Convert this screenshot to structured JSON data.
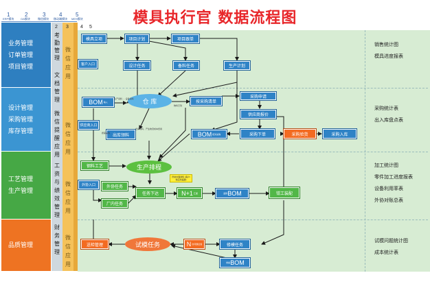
{
  "title": "模具执行官    数据流程图",
  "header": {
    "numbers": [
      "1",
      "2",
      "3",
      "4",
      "5"
    ],
    "labels": [
      "ERP模块",
      "OA模块",
      "微信模块",
      "移动端模块",
      "MES模块"
    ]
  },
  "categories": [
    {
      "lines": [
        "业务管理",
        "订单管理",
        "项目管理"
      ],
      "color": "#2e7fc0"
    },
    {
      "lines": [
        "设计管理",
        "采购管理",
        "库存管理"
      ],
      "color": "#3b95d2"
    },
    {
      "lines": [
        "工艺管理",
        "生产管理"
      ],
      "color": "#46a845"
    },
    {
      "lines": [
        "品质管理"
      ],
      "color": "#ee7322"
    }
  ],
  "col2_items": [
    "考勤管理",
    "文档管理",
    "微信提醒应用",
    "工资与绩效管理",
    "财务管理"
  ],
  "col3_items": [
    "微信应用"
  ],
  "col_numbers": [
    "2",
    "3",
    "4",
    "5"
  ],
  "right_lists": [
    [
      "销售统计图",
      "模具进度报表"
    ],
    [
      "采购统计表",
      "出入库盘点表"
    ],
    [
      "加工统计图",
      "零件加工进度报表",
      "设备利用率表",
      "外协对账总表"
    ],
    [
      "试模问题统计图",
      "成本统计表"
    ]
  ],
  "nodes": {
    "mold_register": "模具立项",
    "project_plan": "项目计划",
    "project_follow": "项目跟单",
    "customer_entry_1": "客户入口",
    "design_task": "设计任务",
    "material_task": "备料任务",
    "production_plan": "生产计划",
    "bom_input": "BOM",
    "bom_input_small": "输入",
    "warehouse": "仓  库",
    "purchase_list": "按采购清单",
    "purchase_apply": "采购申请",
    "supplier_quote": "供应商报价",
    "supplier_entry": "供应商入口",
    "outbound": "出库领料",
    "bom_check": "BOM",
    "bom_check_small": "核对采购",
    "purchase_order": "采购下单",
    "purchase_inspect": "采购验货",
    "purchase_inbound": "采购入库",
    "material_craft": "钢料工艺",
    "production_schedule": "生产排程",
    "outsource_entry": "外协入口",
    "outsource_task": "外协任务",
    "factory_task": "厂内任务",
    "task_dispatch": "任务下达",
    "n1_report": "N+1",
    "n1_report_small": "汇报",
    "rework_bom": "BOM",
    "rework_bom_small": "返修",
    "fitter_assembly": "钳工装配",
    "send_inspection": "送检管理",
    "trial_task": "试模任务",
    "n_report": "N",
    "n_report_small": "次问题反馈",
    "mold_repair": "修模任务",
    "repair_bom": "BOM",
    "repair_bom_small": "修模"
  },
  "annotations": {
    "note_yellow": "异常处理通知 (客户/供应商提醒)",
    "warehouse_note_1": "生产领料 → 设备领料",
    "warehouse_note_2": "物料已到",
    "outbound_note": "仓库领料，产生物流成本费用",
    "bom_small_note": "按需采购"
  }
}
